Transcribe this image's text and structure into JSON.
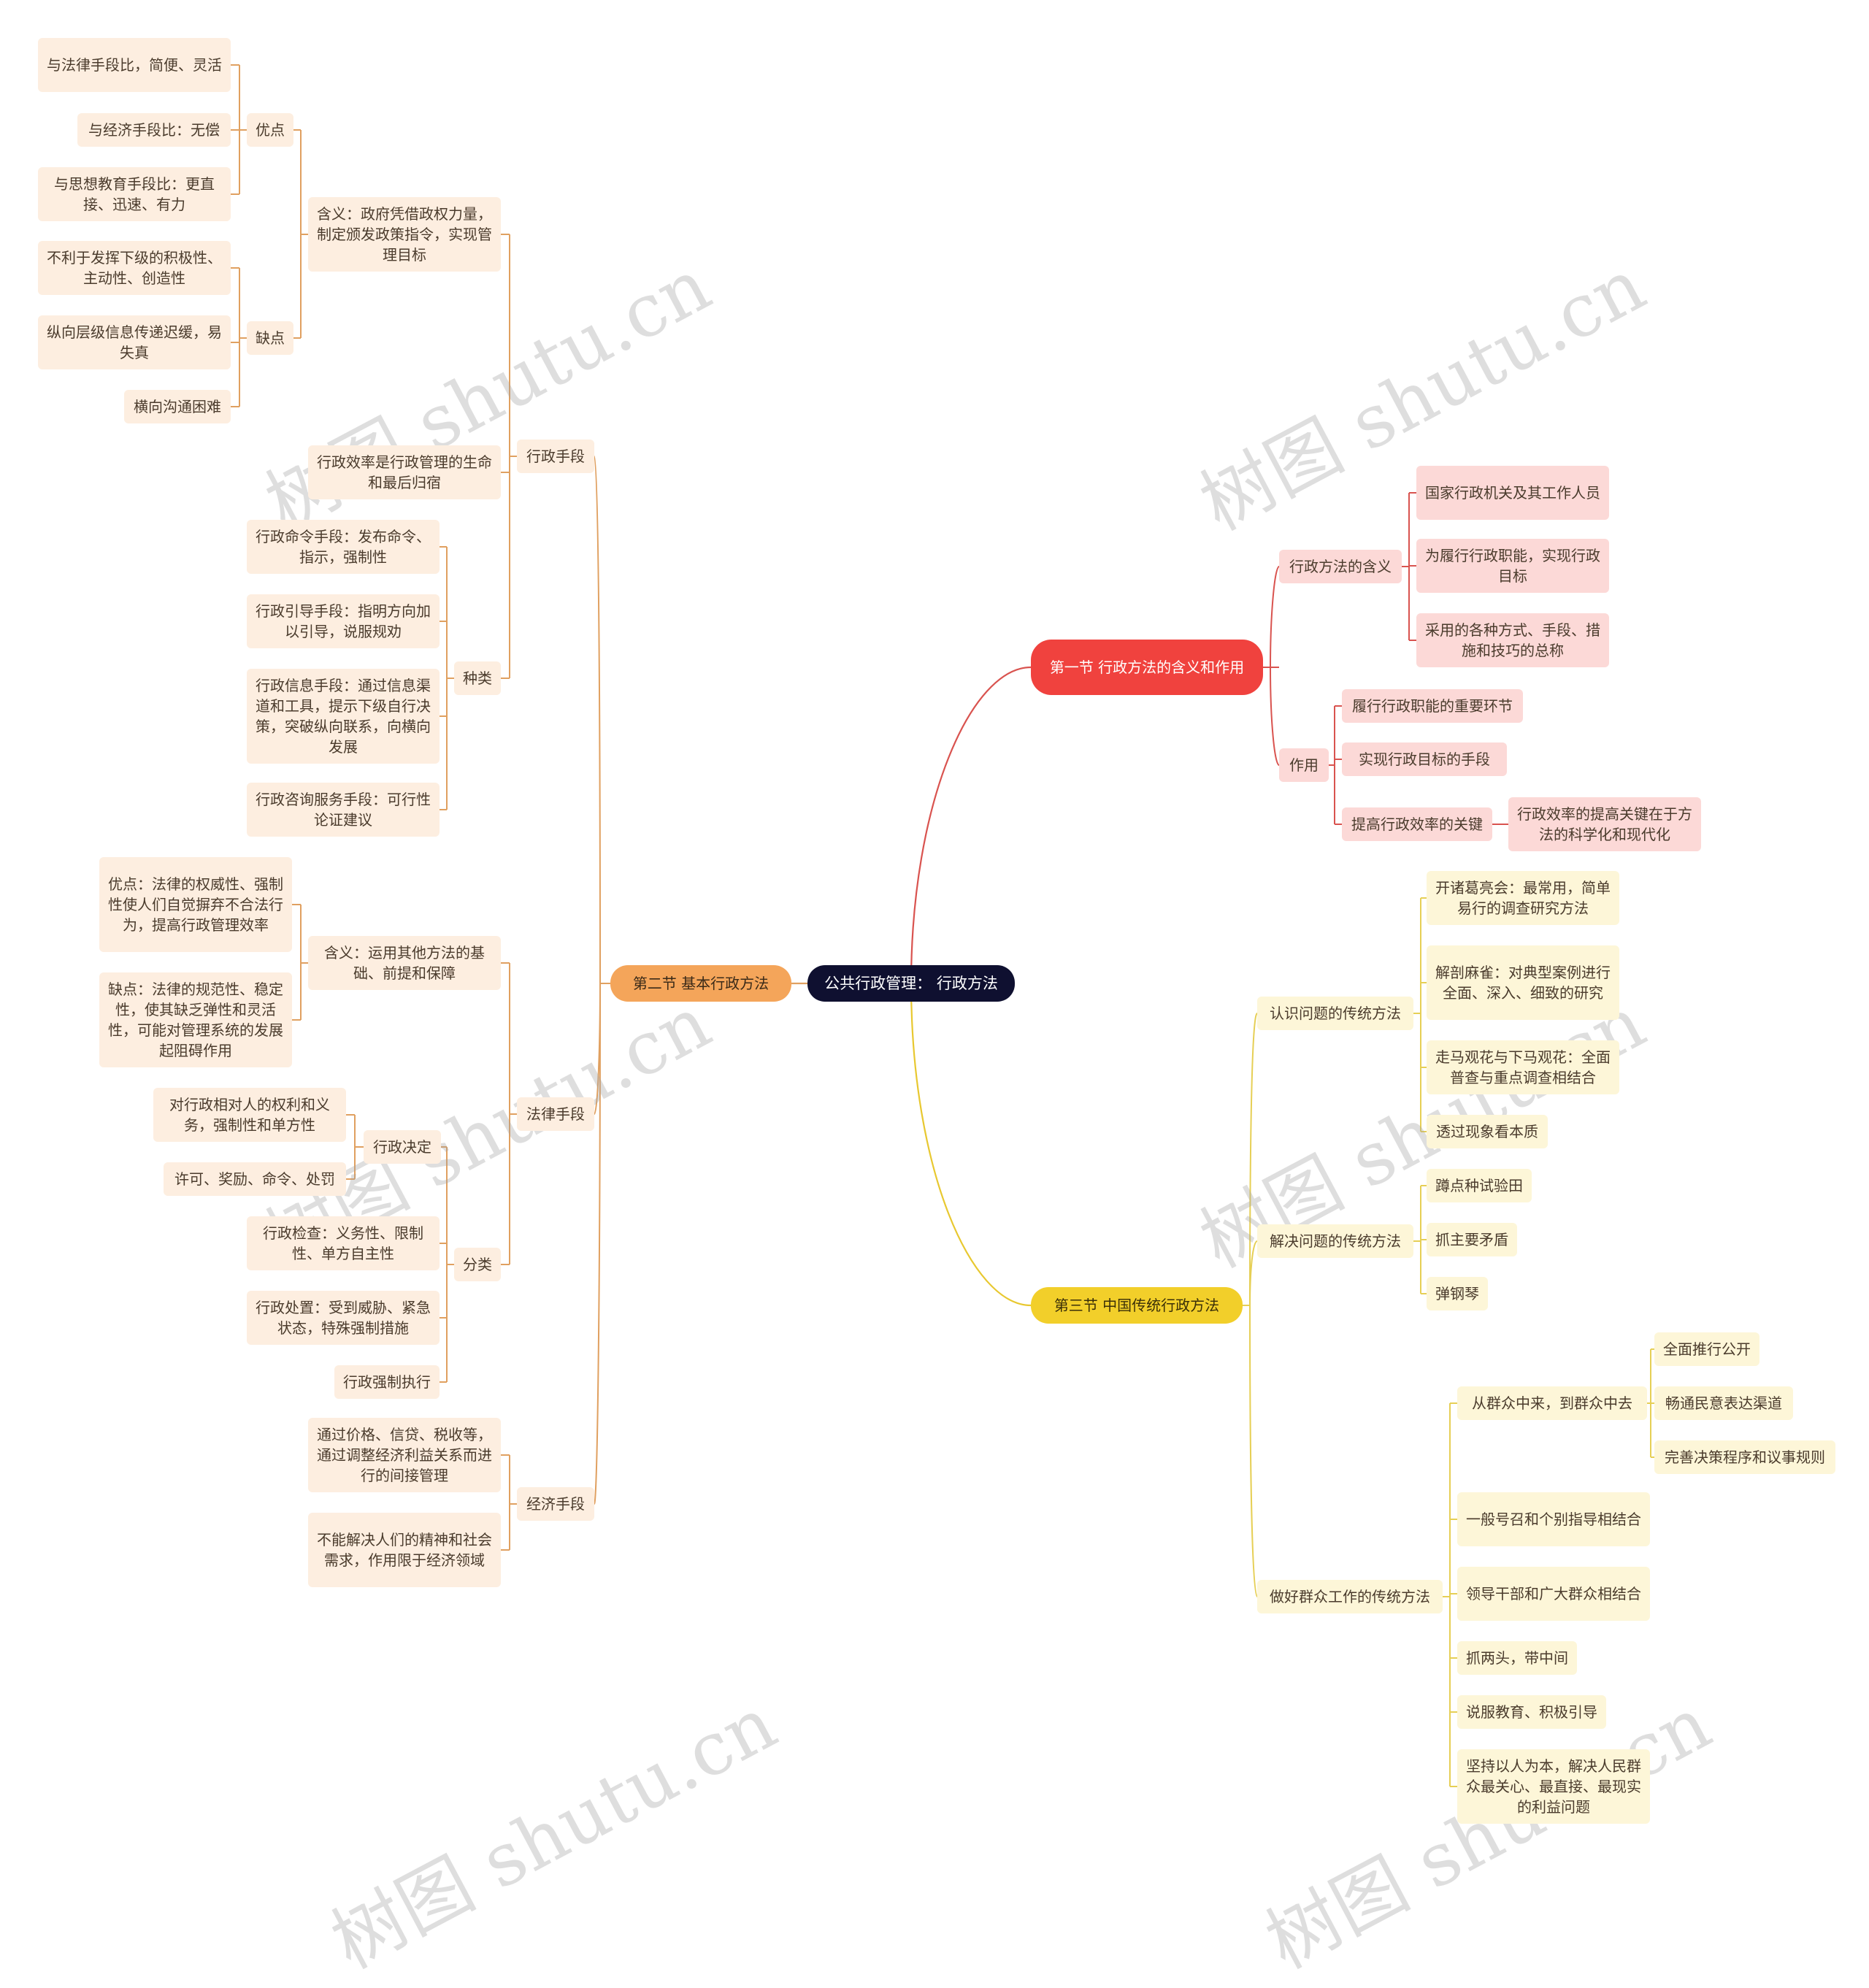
{
  "root": "公共行政管理：  行政方法",
  "sec1": {
    "title": "第一节  行政方法的含义和作用",
    "meaning": {
      "label": "行政方法的含义",
      "items": [
        "国家行政机关及其工作人员",
        "为履行行政职能，实现行政目标",
        "采用的各种方式、手段、措施和技巧的总称"
      ]
    },
    "role": {
      "label": "作用",
      "items": [
        "履行行政职能的重要环节",
        "实现行政目标的手段",
        "提高行政效率的关键"
      ],
      "key_note": "行政效率的提高关键在于方法的科学化和现代化"
    }
  },
  "sec2": {
    "title": "第二节  基本行政方法",
    "admin": {
      "label": "行政手段",
      "meaning": "含义：政府凭借政权力量，制定颁发政策指令，实现管理目标",
      "pros_label": "优点",
      "pros": [
        "与法律手段比，简便、灵活",
        "与经济手段比：无偿",
        "与思想教育手段比：更直接、迅速、有力"
      ],
      "cons_label": "缺点",
      "cons": [
        "不利于发挥下级的积极性、主动性、创造性",
        "纵向层级信息传递迟缓，易失真",
        "横向沟通困难"
      ],
      "efficiency": "行政效率是行政管理的生命和最后归宿",
      "types_label": "种类",
      "types": [
        "行政命令手段：发布命令、指示，强制性",
        "行政引导手段：指明方向加以引导，说服规劝",
        "行政信息手段：通过信息渠道和工具，提示下级自行决策，突破纵向联系，向横向发展",
        "行政咨询服务手段：可行性论证建议"
      ]
    },
    "law": {
      "label": "法律手段",
      "meaning": "含义：运用其他方法的基础、前提和保障",
      "pro": "优点：法律的权威性、强制性使人们自觉摒弃不合法行为，提高行政管理效率",
      "con": "缺点：法律的规范性、稳定性，使其缺乏弹性和灵活性，可能对管理系统的发展起阻碍作用",
      "class_label": "分类",
      "decision_label": "行政决定",
      "decision_items": [
        "对行政相对人的权利和义务，强制性和单方性",
        "许可、奖励、命令、处罚"
      ],
      "others": [
        "行政检查：义务性、限制性、单方自主性",
        "行政处置：受到威胁、紧急状态，特殊强制措施",
        "行政强制执行"
      ]
    },
    "econ": {
      "label": "经济手段",
      "items": [
        "通过价格、信贷、税收等，通过调整经济利益关系而进行的间接管理",
        "不能解决人们的精神和社会需求，作用限于经济领域"
      ]
    }
  },
  "sec3": {
    "title": "第三节  中国传统行政方法",
    "know": {
      "label": "认识问题的传统方法",
      "items": [
        "开诸葛亮会：最常用，简单易行的调查研究方法",
        "解剖麻雀：对典型案例进行全面、深入、细致的研究",
        "走马观花与下马观花：全面普查与重点调查相结合",
        "透过现象看本质"
      ]
    },
    "solve": {
      "label": "解决问题的传统方法",
      "items": [
        "蹲点种试验田",
        "抓主要矛盾",
        "弹钢琴"
      ]
    },
    "mass": {
      "label": "做好群众工作的传统方法",
      "line_label": "从群众中来，到群众中去",
      "line_items": [
        "全面推行公开",
        "畅通民意表达渠道",
        "完善决策程序和议事规则"
      ],
      "items": [
        "一般号召和个别指导相结合",
        "领导干部和广大群众相结合",
        "抓两头，带中间",
        "说服教育、积极引导",
        "坚持以人为本，解决人民群众最关心、最直接、最现实的利益问题"
      ]
    }
  },
  "watermark": "树图 shutu.cn",
  "colors": {
    "red": "#f0423e",
    "orange": "#f4a55a",
    "yellow": "#f2cf2a",
    "navy": "#0f1030"
  }
}
